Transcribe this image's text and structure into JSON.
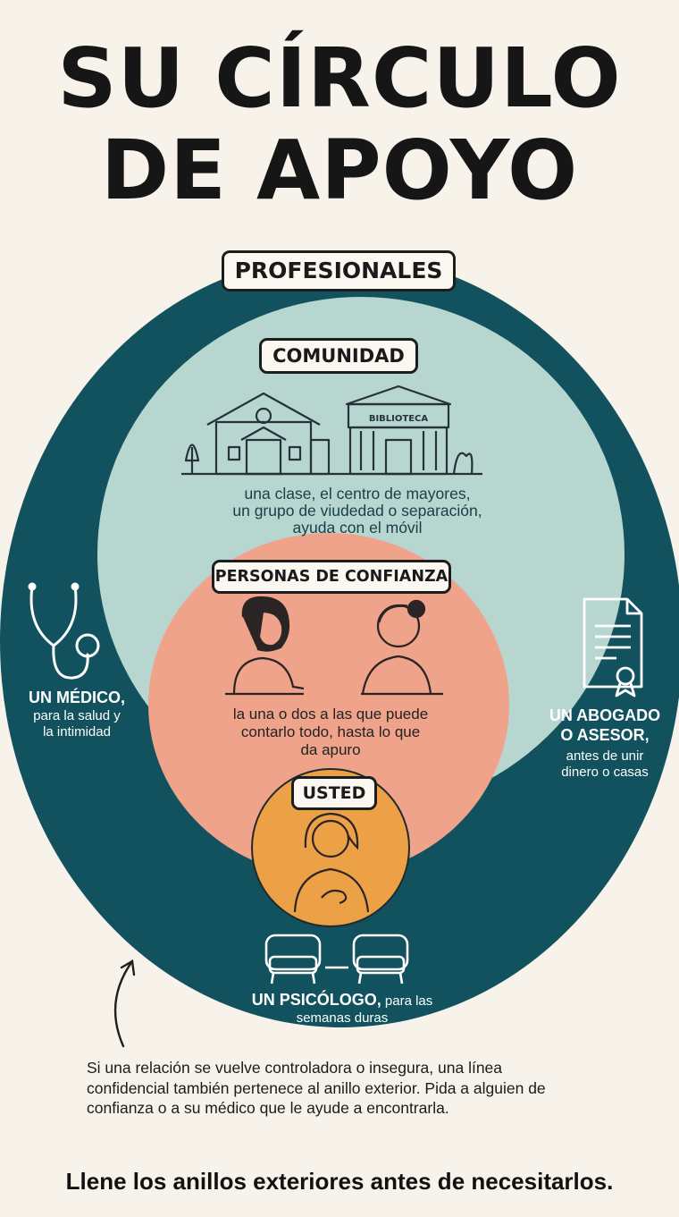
{
  "title": {
    "line1": "SU CÍRCULO",
    "line2": "DE APOYO"
  },
  "rings": {
    "profesionales": {
      "label": "PROFESIONALES",
      "color": "#12525f"
    },
    "comunidad": {
      "label": "COMUNIDAD",
      "color": "#b8d6d0",
      "building_sign": "BIBLIOTECA",
      "text": [
        "una clase, el centro de mayores,",
        "un grupo de viudedad o separación,",
        "ayuda con el móvil"
      ]
    },
    "confianza": {
      "label": "PERSONAS DE CONFIANZA",
      "color": "#f0a38b",
      "text": [
        "la una o dos a las que puede",
        "contarlo todo, hasta lo que",
        "da apuro"
      ]
    },
    "usted": {
      "label": "USTED",
      "color": "#eca146"
    }
  },
  "professionals": {
    "medico": {
      "title": "UN MÉDICO,",
      "desc": [
        "para la salud y",
        "la intimidad"
      ]
    },
    "abogado": {
      "title": [
        "UN ABOGADO",
        "O ASESOR,"
      ],
      "desc": [
        "antes de unir",
        "dinero o casas"
      ]
    },
    "psicologo": {
      "title": "UN PSICÓLOGO,",
      "desc_inline": " para las",
      "desc2": "semanas duras"
    }
  },
  "note": "Si una relación se vuelve controladora o insegura, una línea confidencial también pertenece al anillo exterior. Pida a alguien de confianza o a su médico que le ayude a encontrarla.",
  "footer": "Llene los anillos exteriores antes de necesitarlos."
}
